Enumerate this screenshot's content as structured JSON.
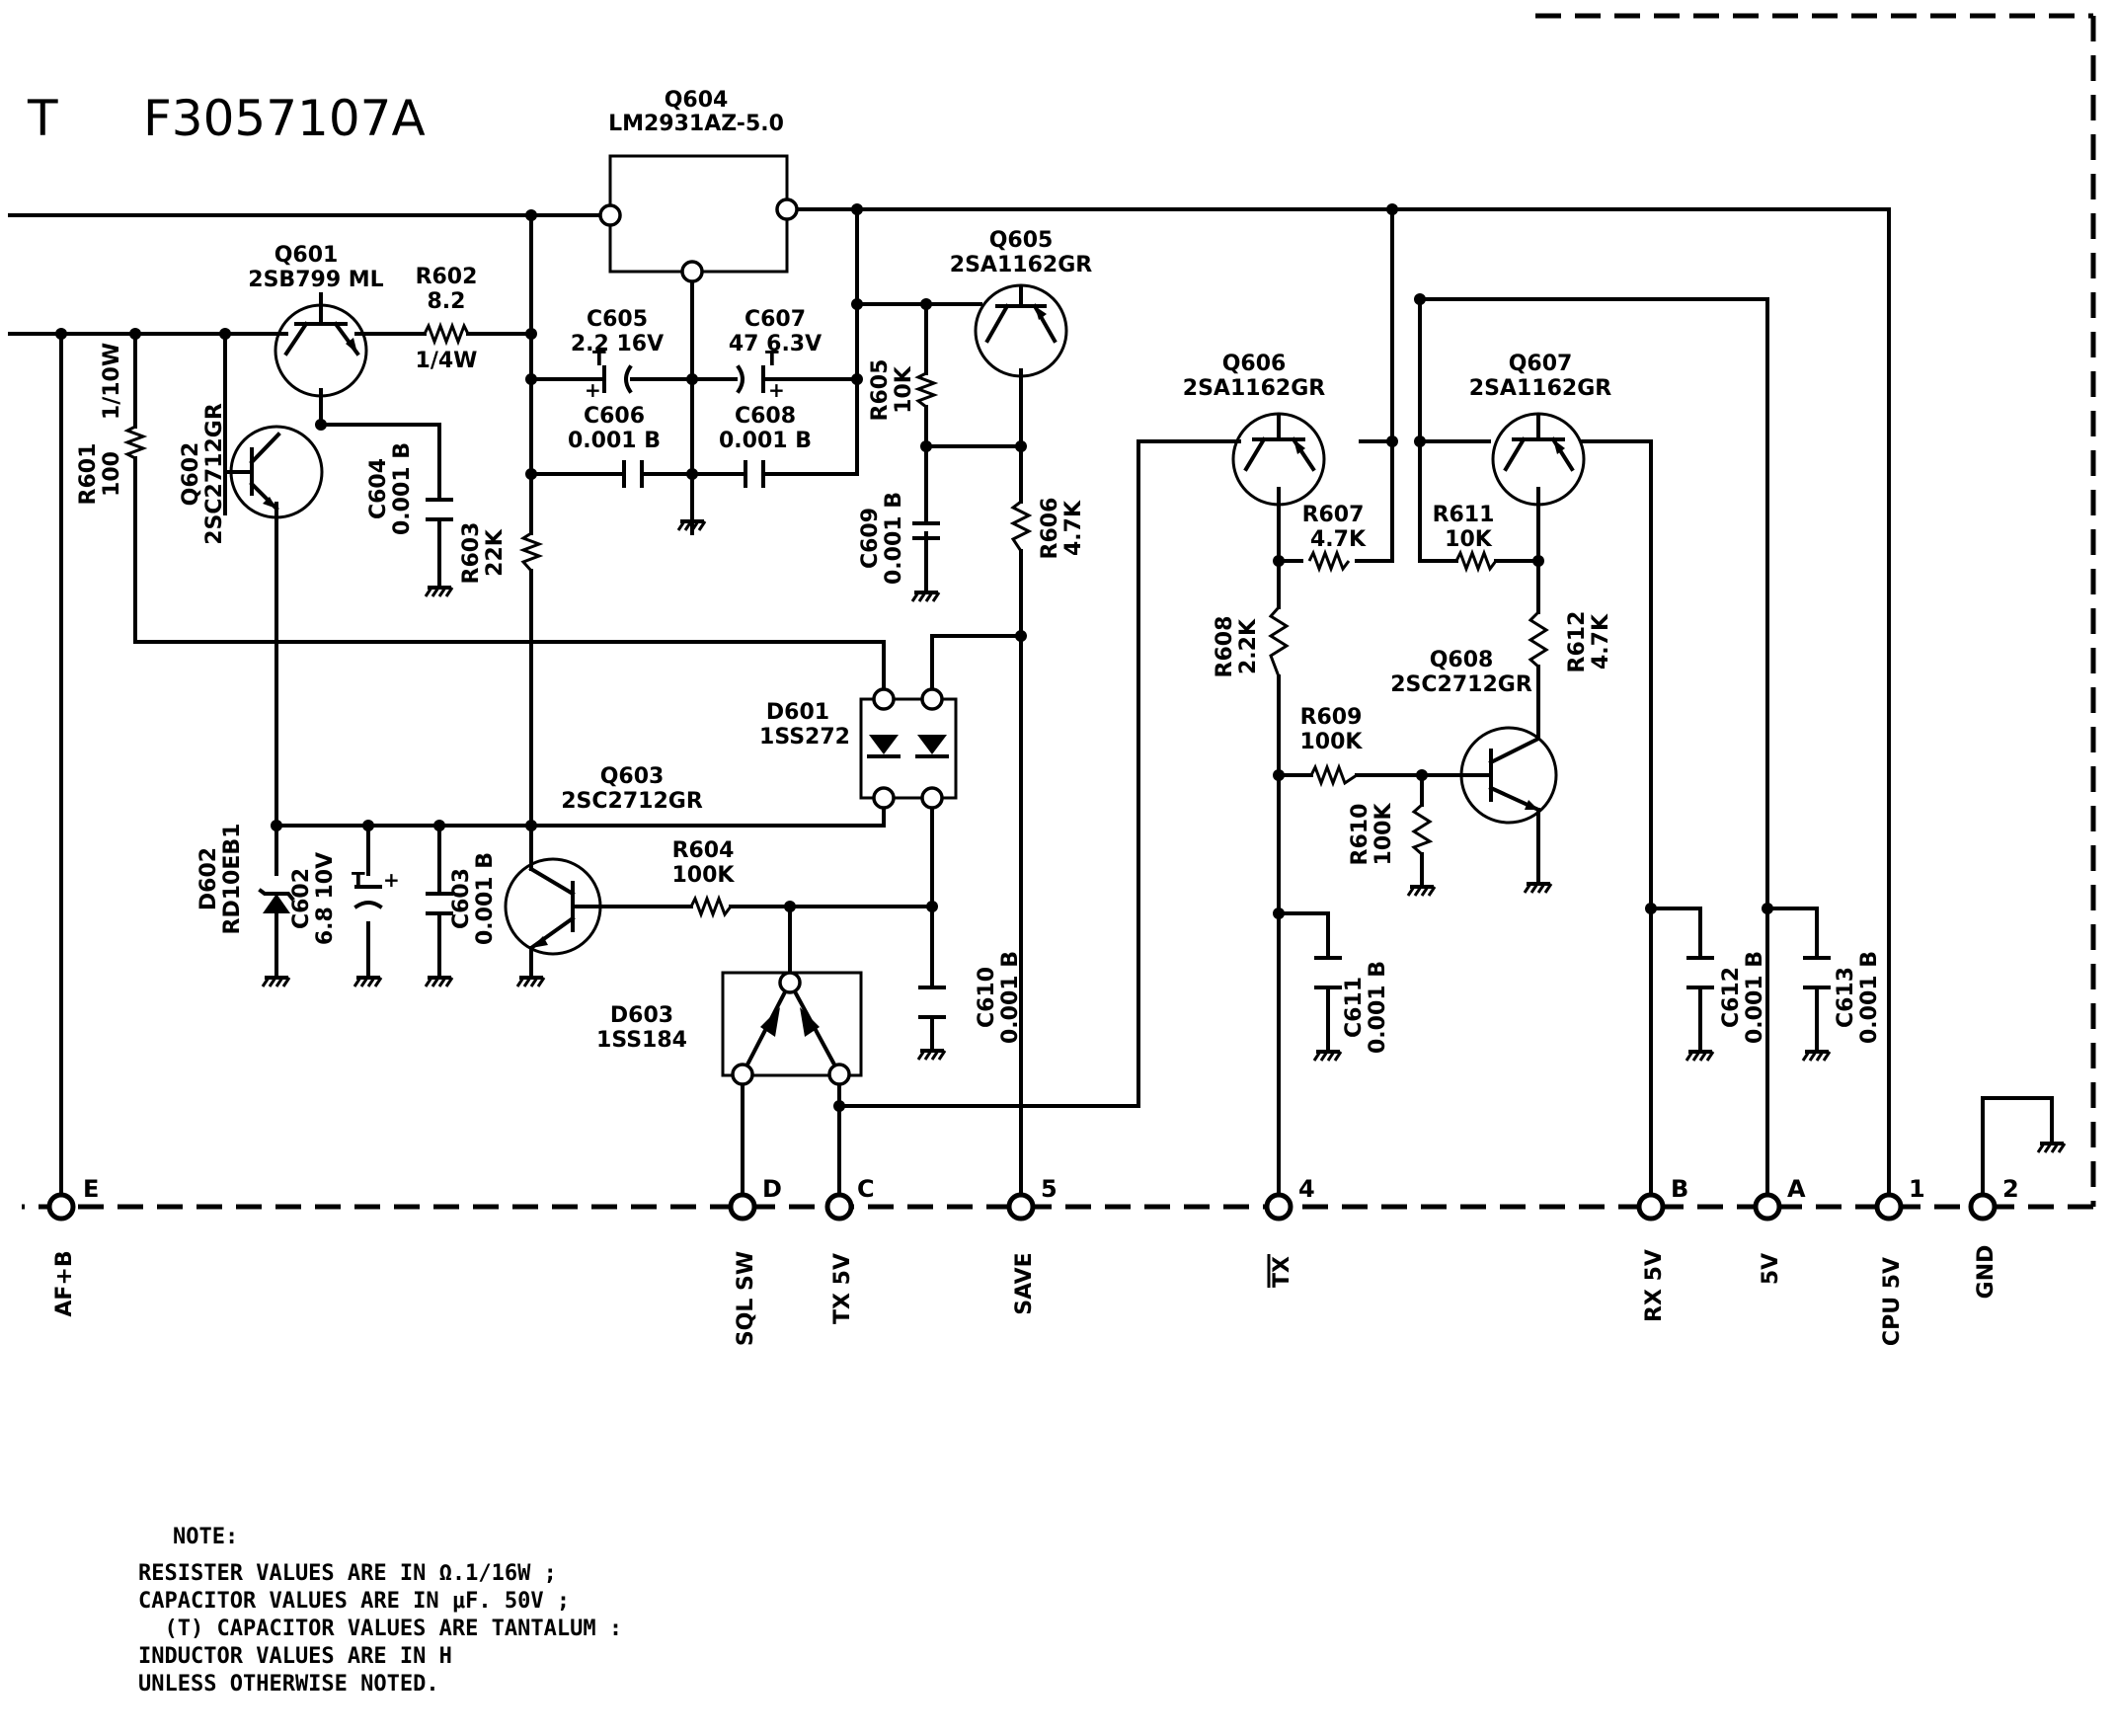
{
  "title": {
    "prefix": "T",
    "part_number": "F3057107A"
  },
  "components": {
    "q604": {
      "ref": "Q604",
      "part": "LM2931AZ-5.0"
    },
    "q601": {
      "ref": "Q601",
      "part": "2SB799 ML"
    },
    "r602": {
      "ref": "R602",
      "value": "8.2",
      "rating": "1/4W"
    },
    "q602": {
      "ref": "Q602",
      "part": "2SC2712GR"
    },
    "r601": {
      "ref": "R601",
      "value": "100",
      "rating": "1/10W"
    },
    "c604": {
      "ref": "C604",
      "value": "0.001 B"
    },
    "r603": {
      "ref": "R603",
      "value": "22K"
    },
    "c605": {
      "ref": "C605",
      "value": "2.2 16V"
    },
    "c606": {
      "ref": "C606",
      "value": "0.001 B"
    },
    "c607": {
      "ref": "C607",
      "value": "47 6.3V"
    },
    "c608": {
      "ref": "C608",
      "value": "0.001 B"
    },
    "q605": {
      "ref": "Q605",
      "part": "2SA1162GR"
    },
    "r605": {
      "ref": "R605",
      "value": "10K"
    },
    "c609": {
      "ref": "C609",
      "value": "0.001 B"
    },
    "r606": {
      "ref": "R606",
      "value": "4.7K"
    },
    "d601": {
      "ref": "D601",
      "part": "1SS272"
    },
    "q603": {
      "ref": "Q603",
      "part": "2SC2712GR"
    },
    "d602": {
      "ref": "D602",
      "part": "RD10EB1"
    },
    "c602": {
      "ref": "C602",
      "value": "6.8 10V"
    },
    "c603": {
      "ref": "C603",
      "value": "0.001 B"
    },
    "r604": {
      "ref": "R604",
      "value": "100K"
    },
    "d603": {
      "ref": "D603",
      "part": "1SS184"
    },
    "c610": {
      "ref": "C610",
      "value": "0.001 B"
    },
    "q606": {
      "ref": "Q606",
      "part": "2SA1162GR"
    },
    "q607": {
      "ref": "Q607",
      "part": "2SA1162GR"
    },
    "r607": {
      "ref": "R607",
      "value": "4.7K"
    },
    "r611": {
      "ref": "R611",
      "value": "10K"
    },
    "r608": {
      "ref": "R608",
      "value": "2.2K"
    },
    "r612": {
      "ref": "R612",
      "value": "4.7K"
    },
    "q608": {
      "ref": "Q608",
      "part": "2SC2712GR"
    },
    "r609": {
      "ref": "R609",
      "value": "100K"
    },
    "r610": {
      "ref": "R610",
      "value": "100K"
    },
    "c611": {
      "ref": "C611",
      "value": "0.001 B"
    },
    "c612": {
      "ref": "C612",
      "value": "0.001 B"
    },
    "c613": {
      "ref": "C613",
      "value": "0.001 B"
    }
  },
  "tantalum_mark": "T",
  "polarity_mark": "+",
  "terminals": [
    {
      "pin": "E",
      "signal": "AF+B"
    },
    {
      "pin": "D",
      "signal": "SQL SW"
    },
    {
      "pin": "C",
      "signal": "TX 5V"
    },
    {
      "pin": "5",
      "signal": "SAVE"
    },
    {
      "pin": "4",
      "signal": "TX"
    },
    {
      "pin": "B",
      "signal": "RX 5V"
    },
    {
      "pin": "A",
      "signal": "5V"
    },
    {
      "pin": "1",
      "signal": "CPU 5V"
    },
    {
      "pin": "2",
      "signal": "GND"
    }
  ],
  "note": {
    "heading": "NOTE:",
    "lines": [
      "RESISTER  VALUES ARE  IN  Ω.1/16W ;",
      "CAPACITOR VALUES ARE  IN  μF. 50V ;",
      "  (T) CAPACITOR VALUES ARE TANTALUM :",
      "INDUCTOR  VALUES ARE  IN  H",
      "UNLESS OTHERWISE NOTED."
    ]
  }
}
